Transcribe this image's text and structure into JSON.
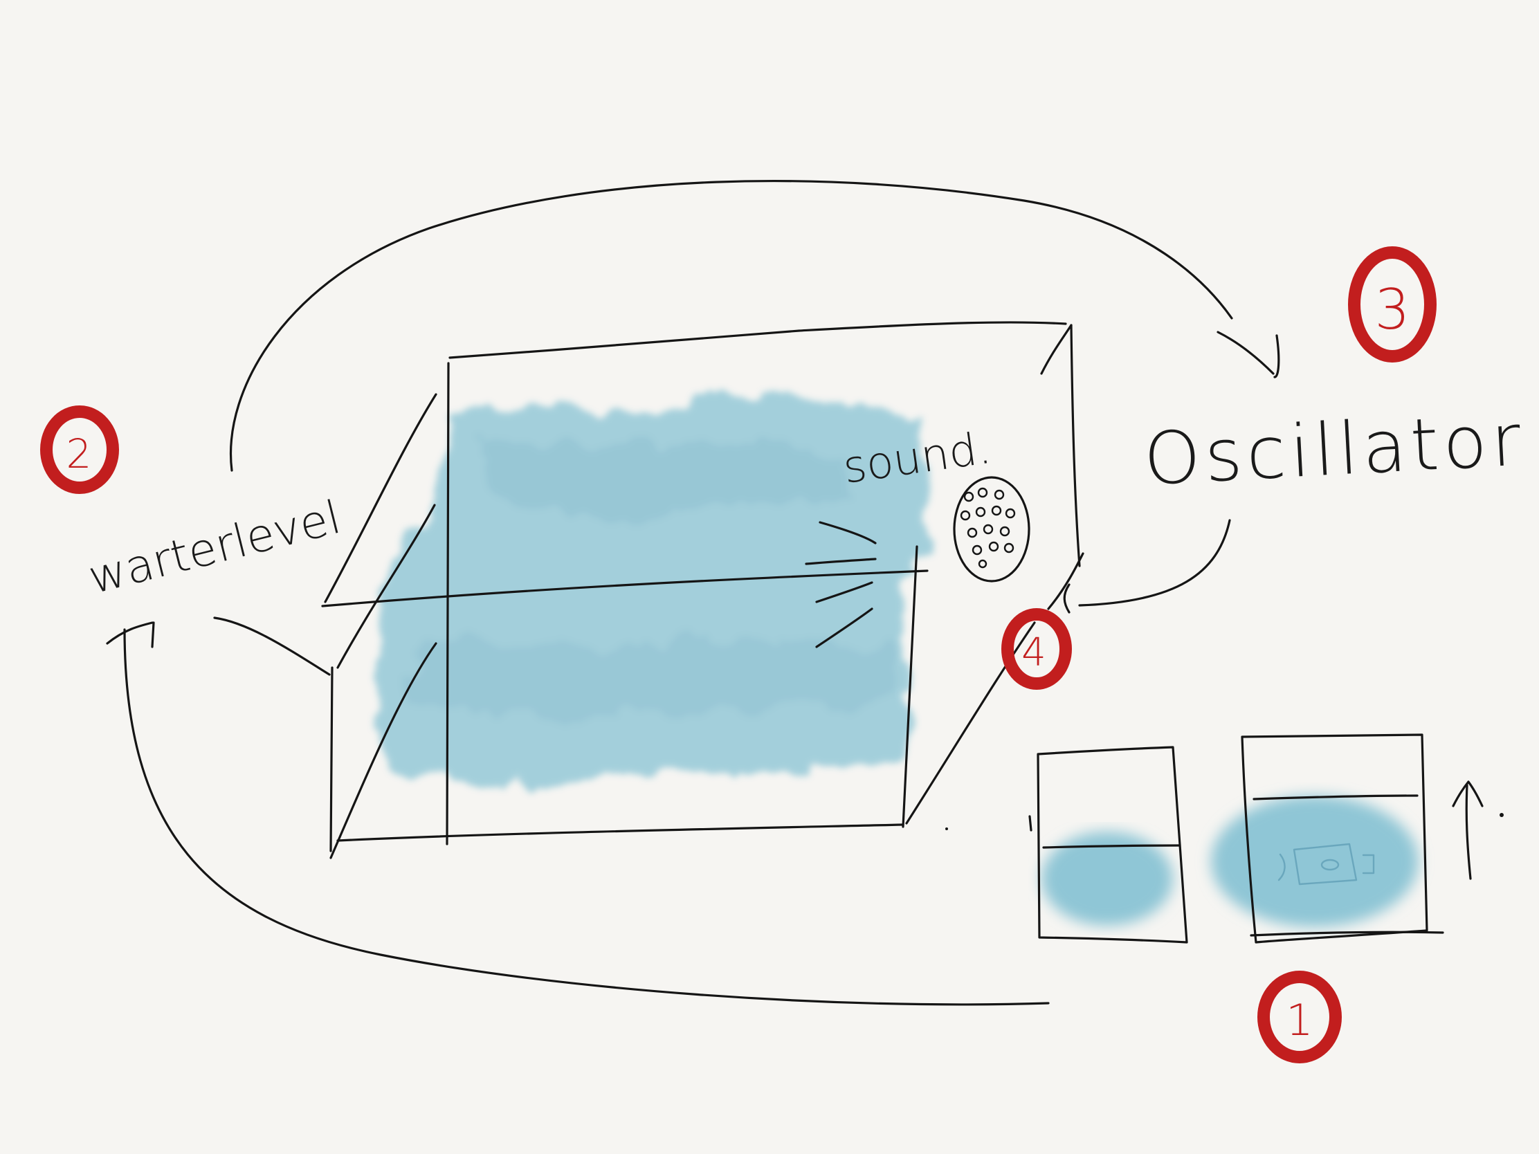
{
  "labels": {
    "waterlevel": "warterlevel",
    "oscillator": "Oscillator",
    "sound": "sound."
  },
  "badges": {
    "b1": "1",
    "b2": "2",
    "b3": "3",
    "b4": "4"
  },
  "colors": {
    "ink": "#151515",
    "water": "#8fc6d6",
    "badge": "#c21e1e",
    "paper": "#f6f5f2"
  }
}
